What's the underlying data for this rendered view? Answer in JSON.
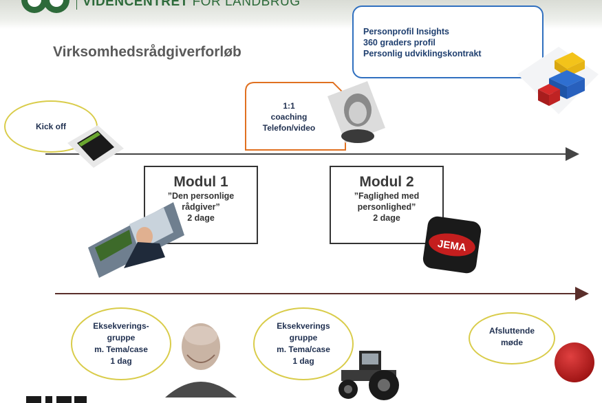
{
  "header": {
    "logo_text_bold": "VIDENCENTRET",
    "logo_text_thin": " FOR LANDBRUG"
  },
  "title": "Virksomhedsrådgiverforløb",
  "callout_top_right": {
    "lines": [
      "Personprofil Insights",
      "360 graders profil",
      "Personlig udviklingskontrakt"
    ]
  },
  "coaching": {
    "lines": [
      "1:1",
      "coaching",
      "Telefon/video"
    ]
  },
  "kickoff": {
    "label": "Kick off"
  },
  "modul1": {
    "title": "Modul 1",
    "lines": [
      "”Den personlige",
      "rådgiver”",
      "2 dage"
    ]
  },
  "modul2": {
    "title": "Modul 2",
    "lines": [
      "”Faglighed med",
      "personlighed”",
      "2 dage"
    ]
  },
  "eksek1": {
    "lines": [
      "Eksekverings-",
      "gruppe",
      "m. Tema/case",
      "1 dag"
    ]
  },
  "eksek2": {
    "lines": [
      "Eksekverings",
      "gruppe",
      "m. Tema/case",
      "1 dag"
    ]
  },
  "afsluttende": {
    "lines": [
      "Afsluttende",
      "møde"
    ]
  },
  "jema_logo_text": "JEMA",
  "colors": {
    "timeline1": "#444444",
    "timeline2": "#5a2e2a",
    "ellipse": "#d9cc4a",
    "blue_callout": "#2f6fbf",
    "orange_callout": "#e07020",
    "red_circle": "#b81e1e"
  }
}
